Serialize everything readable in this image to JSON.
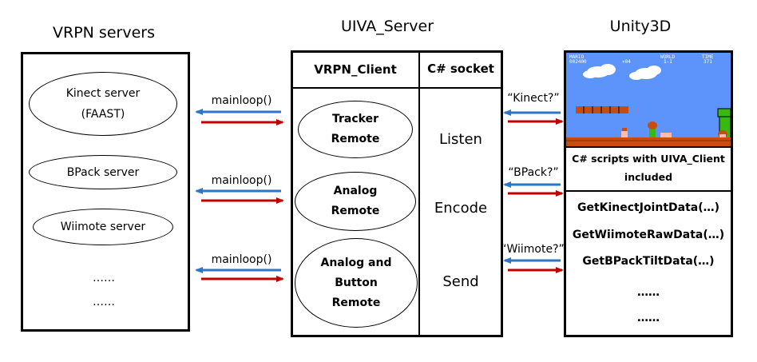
{
  "titles": {
    "vrpn_servers": "VRPN servers",
    "uiva_server": "UIVA_Server",
    "unity": "Unity3D"
  },
  "vrpn_servers": {
    "kinect_line1": "Kinect server",
    "kinect_line2": "(FAAST)",
    "bpack": "BPack server",
    "wiimote": "Wiimote server",
    "dots1": "……",
    "dots2": "……"
  },
  "uiva": {
    "col_client": "VRPN_Client",
    "col_socket": "C# socket",
    "tracker_line1": "Tracker",
    "tracker_line2": "Remote",
    "analog_line1": "Analog",
    "analog_line2": "Remote",
    "ab_line1": "Analog and",
    "ab_line2": "Button",
    "ab_line3": "Remote",
    "listen": "Listen",
    "encode": "Encode",
    "send": "Send"
  },
  "connections": {
    "mainloop1": "mainloop()",
    "mainloop2": "mainloop()",
    "mainloop3": "mainloop()",
    "q_kinect": "“Kinect?”",
    "q_bpack": "“BPack?”",
    "q_wiimote": "“Wiimote?”"
  },
  "unity": {
    "hud": {
      "mario": "MARIO",
      "score": "002400",
      "coins": "×04",
      "world_label": "WORLD",
      "world": "1-1",
      "time_label": "TIME",
      "time": "371"
    },
    "scripts_line1": "C# scripts with UIVA_Client",
    "scripts_line2": "included",
    "fn1": "GetKinectJointData(…)",
    "fn2": "GetWiimoteRawData(…)",
    "fn3": "GetBPackTiltData(…)",
    "dots1": "……",
    "dots2": "……"
  },
  "colors": {
    "blue_arrow": "#2e75c6",
    "red_arrow": "#c00000",
    "sky": "#5c94fc",
    "brick": "#c84c0c",
    "pipe": "#38b810"
  }
}
